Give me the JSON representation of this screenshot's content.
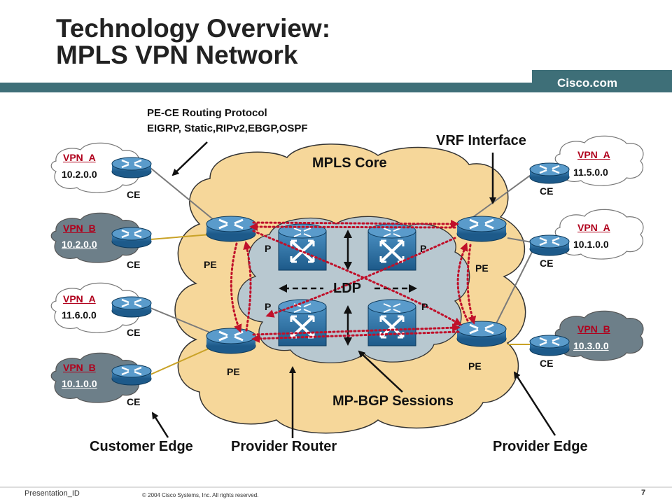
{
  "title": {
    "line1": "Technology Overview:",
    "line2": "MPLS VPN Network"
  },
  "brand": "Cisco.com",
  "colors": {
    "band": "#3e6f78",
    "core_cloud": "#f6d79a",
    "inner_cloud": "#b8c8d0",
    "router_blue": "#2a6fa3",
    "session_red": "#b0001c",
    "vpn_b_cloud": "#6d7f89"
  },
  "labels": {
    "pe_ce_line1": "PE-CE Routing Protocol",
    "pe_ce_line2": "EIGRP, Static,RIPv2,EBGP,OSPF",
    "vrf": "VRF Interface",
    "mpls_core": "MPLS Core",
    "ldp": "LDP",
    "mp_bgp": "MP-BGP Sessions",
    "customer_edge": "Customer Edge",
    "provider_router": "Provider Router",
    "provider_edge": "Provider Edge"
  },
  "sites": [
    {
      "vpn": "VPN_A",
      "net": "10.2.0.0",
      "ce": "CE"
    },
    {
      "vpn": "VPN_B",
      "net": "10.2.0.0",
      "ce": "CE"
    },
    {
      "vpn": "VPN_A",
      "net": "11.6.0.0",
      "ce": "CE"
    },
    {
      "vpn": "VPN_B",
      "net": "10.1.0.0",
      "ce": "CE"
    },
    {
      "vpn": "VPN_A",
      "net": "11.5.0.0",
      "ce": "CE"
    },
    {
      "vpn": "VPN_A",
      "net": "10.1.0.0",
      "ce": "CE"
    },
    {
      "vpn": "VPN_B",
      "net": "10.3.0.0",
      "ce": "CE"
    }
  ],
  "pe": [
    "PE",
    "PE",
    "PE",
    "PE"
  ],
  "p": [
    "P",
    "P",
    "P",
    "P"
  ],
  "footer": {
    "id": "Presentation_ID",
    "copyright": "© 2004 Cisco Systems, Inc. All rights reserved.",
    "page": "7"
  }
}
